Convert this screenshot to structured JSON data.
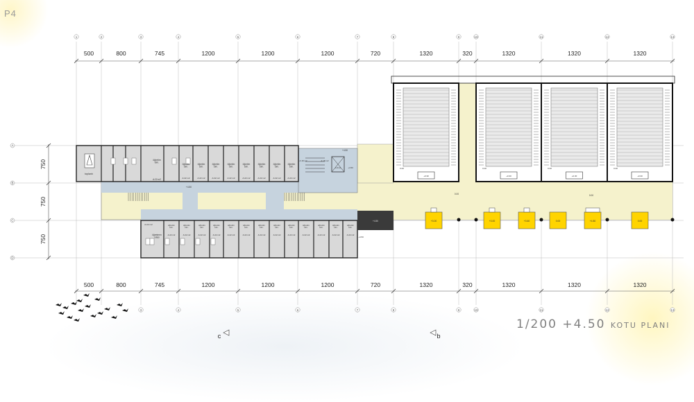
{
  "sheet": {
    "label": "P4",
    "title_scale": "1/200 +4.50",
    "title_text": "KOTU PLANI"
  },
  "grid": {
    "column_ids": [
      "1",
      "2",
      "3",
      "4",
      "5",
      "6",
      "7",
      "8",
      "9",
      "10",
      "11",
      "12",
      "13"
    ],
    "row_ids": [
      "A",
      "B",
      "C",
      "D"
    ],
    "dimensions": [
      "500",
      "800",
      "745",
      "1200",
      "1200",
      "1200",
      "720",
      "1320",
      "320",
      "1320",
      "1320",
      "1320"
    ],
    "row_dimensions": [
      "750",
      "750",
      "750"
    ],
    "section_marks": [
      "c",
      "b"
    ]
  },
  "rooms": {
    "meeting": "toplantı",
    "teacher_room": "öğretmen\nodası",
    "teacher_study": "öğretim\nelm.",
    "area_22": "A:22 m2",
    "area_18": "A:18 m2",
    "area_4": "A:4m2",
    "staff_room": "öğretmen\nodası"
  },
  "levels": {
    "plus_450": "+4.50",
    "zero": "0.00",
    "plus_030": "+0.30",
    "plus_300": "+3.00",
    "plus_360": "+3.60",
    "plus_480": "+4.80"
  },
  "colors": {
    "corridor": "#f5f2cc",
    "hall": "#c6d3de",
    "room": "#d9d9d9",
    "core": "#ffd400",
    "dark": "#3a3a3a",
    "grid": "#b9b9b9"
  }
}
